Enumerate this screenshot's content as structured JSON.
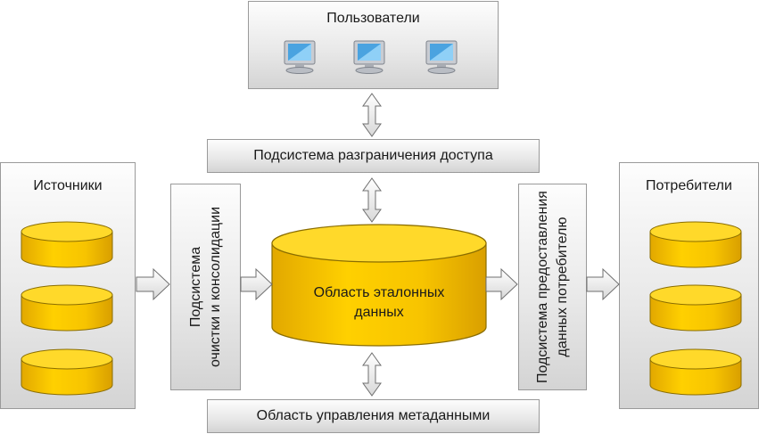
{
  "users": {
    "title": "Пользователи",
    "icons": [
      "monitor-icon",
      "monitor-icon",
      "monitor-icon"
    ]
  },
  "access": {
    "label": "Подсистема разграничения доступа"
  },
  "sources": {
    "title": "Источники"
  },
  "cleansing": {
    "line1": "Подсистема",
    "line2": "очистки и консолидации"
  },
  "master": {
    "line1": "Область эталонных",
    "line2": "данных"
  },
  "delivery": {
    "line1": "Подсистема предоставления",
    "line2": "данных потребителю"
  },
  "consumers": {
    "title": "Потребители"
  },
  "metadata": {
    "label": "Область управления метаданными"
  },
  "colors": {
    "db_fill": "#f7c400",
    "db_top": "#ffd92a",
    "db_stroke": "#8a6d00",
    "box_border": "#9a9a9a"
  }
}
